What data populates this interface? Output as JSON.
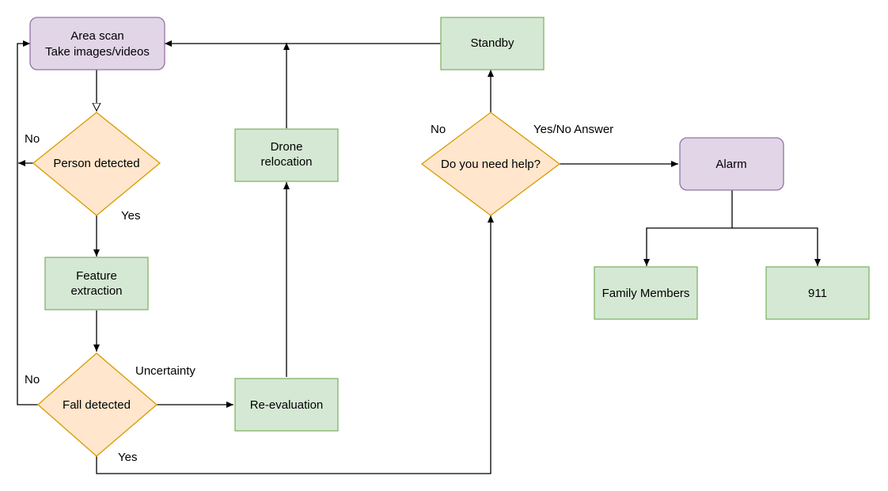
{
  "nodes": {
    "area_scan": {
      "line1": "Area scan",
      "line2": "Take images/videos"
    },
    "person_detected": {
      "label": "Person detected"
    },
    "feature_extraction": {
      "line1": "Feature",
      "line2": "extraction"
    },
    "fall_detected": {
      "label": "Fall detected"
    },
    "re_evaluation": {
      "label": "Re-evaluation"
    },
    "drone_relocation": {
      "line1": "Drone",
      "line2": "relocation"
    },
    "standby": {
      "label": "Standby"
    },
    "need_help": {
      "label": "Do you need help?"
    },
    "alarm": {
      "label": "Alarm"
    },
    "family_members": {
      "label": "Family Members"
    },
    "emergency": {
      "label": "911"
    }
  },
  "edge_labels": {
    "person_no": "No",
    "person_yes": "Yes",
    "fall_no": "No",
    "fall_uncertainty": "Uncertainty",
    "fall_yes": "Yes",
    "help_no": "No",
    "help_yes": "Yes/No Answer"
  },
  "colors": {
    "purple_fill": "#e1d5e7",
    "purple_stroke": "#9673a6",
    "green_fill": "#d5e8d4",
    "green_stroke": "#82b366",
    "orange_fill": "#ffe6cc",
    "orange_stroke": "#d79b00"
  }
}
